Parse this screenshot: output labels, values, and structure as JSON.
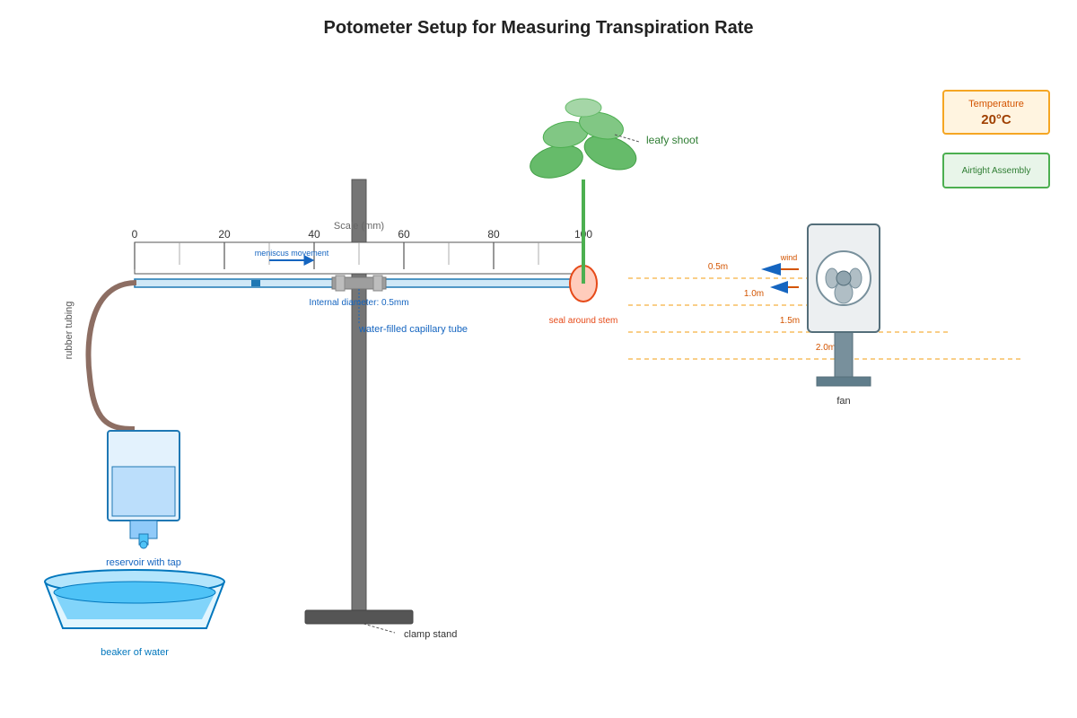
{
  "title": "Potometer Setup for Measuring Transpiration Rate",
  "scale": {
    "label": "Scale (mm)",
    "ticks": [
      "0",
      "20",
      "40",
      "60",
      "80",
      "100"
    ]
  },
  "labels": {
    "meniscus_movement": "meniscus movement",
    "internal_diameter": "Internal diameter: 0.5mm",
    "capillary_tube": "water-filled capillary tube",
    "rubber_tubing": "rubber tubing",
    "reservoir": "reservoir with tap",
    "beaker": "beaker of water",
    "clamp_stand": "clamp stand",
    "leafy_shoot": "leafy shoot",
    "seal": "seal around stem",
    "fan": "fan",
    "wind": "wind"
  },
  "distances": [
    "0.5m",
    "1.0m",
    "1.5m",
    "2.0m"
  ],
  "panels": {
    "temperature_label": "Temperature",
    "temperature_value": "20°C",
    "airtight": "Airtight Assembly"
  },
  "colors": {
    "water": "#4fc3f7",
    "tube_border": "#1f78b4",
    "label_blue": "#1565c0",
    "leaf_green": "#66bb6a",
    "stem_green": "#4caf50",
    "seal_fill": "#ffccbc",
    "seal_stroke": "#e64a19",
    "distance_orange": "#d35400",
    "guide_line": "#f5b041",
    "arrow_blue": "#1565c0",
    "clamp_grey": "#757575",
    "rubber_brown": "#8d6e63"
  }
}
